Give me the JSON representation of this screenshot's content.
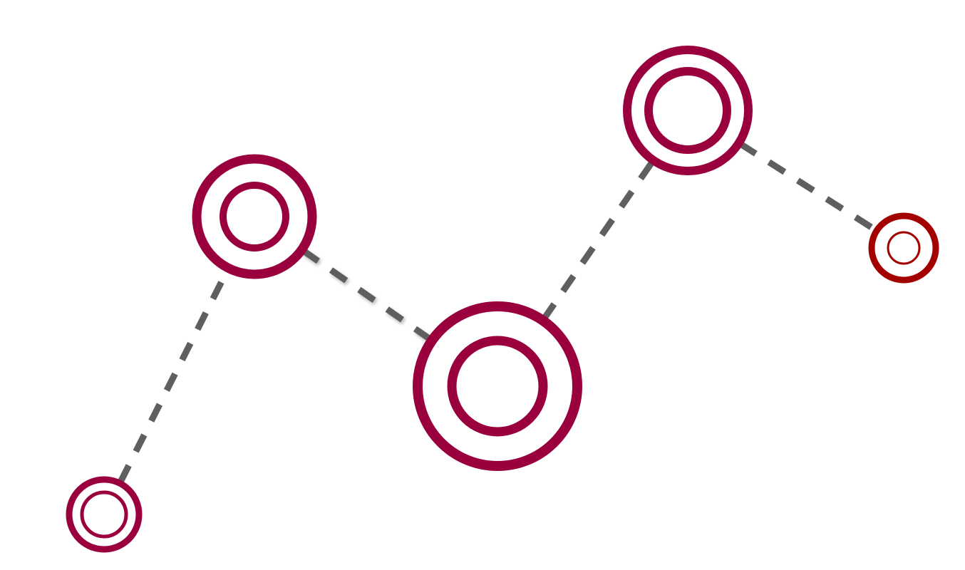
{
  "diagram": {
    "colors": {
      "node_ring": "#99003d",
      "node_ring_alt": "#a30000",
      "connector": "#5f5f5f",
      "background": "#ffffff"
    },
    "nodes": [
      {
        "id": "node-1",
        "color": "node_ring"
      },
      {
        "id": "node-2",
        "color": "node_ring"
      },
      {
        "id": "node-3",
        "color": "node_ring"
      },
      {
        "id": "node-4",
        "color": "node_ring"
      },
      {
        "id": "node-5",
        "color": "node_ring_alt"
      }
    ],
    "connectors": [
      {
        "from": "node-1",
        "to": "node-2"
      },
      {
        "from": "node-2",
        "to": "node-3"
      },
      {
        "from": "node-3",
        "to": "node-4"
      },
      {
        "from": "node-4",
        "to": "node-5"
      }
    ]
  }
}
